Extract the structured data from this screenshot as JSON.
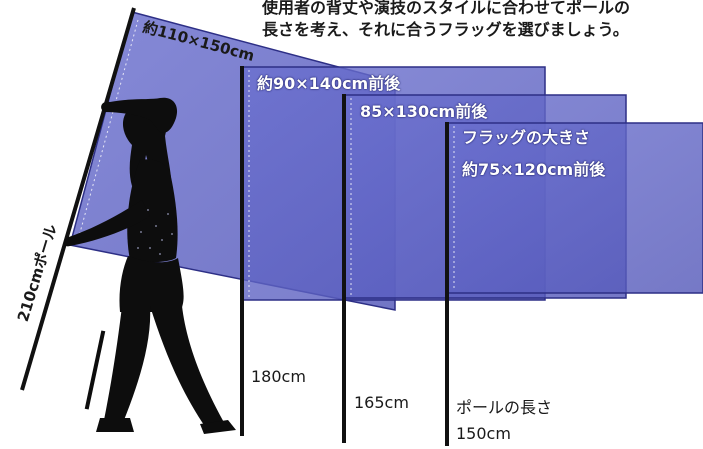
{
  "intro": {
    "line1": "使用者の背丈や演技のスタイルに合わせてポールの",
    "line2": "長さを考え、それに合うフラッグを選びましょう。"
  },
  "flags": [
    {
      "size_label": "約110×150cm"
    },
    {
      "size_label": "約90×140cm前後"
    },
    {
      "size_label": "85×130cm前後"
    },
    {
      "caption": "フラッグの大きさ",
      "size_label": "約75×120cm前後"
    }
  ],
  "poles": [
    {
      "length_label": "210cmポール"
    },
    {
      "length_label": "180cm"
    },
    {
      "length_label": "165cm"
    },
    {
      "caption": "ポールの長さ",
      "length_label": "150cm"
    }
  ],
  "colors": {
    "flag_fill": "#5e62c4",
    "flag_stroke": "#2d2f86",
    "pole": "#111111",
    "silhouette": "#0d0d0d",
    "text_light": "#ffffff",
    "text_dark": "#1a1a1a"
  }
}
